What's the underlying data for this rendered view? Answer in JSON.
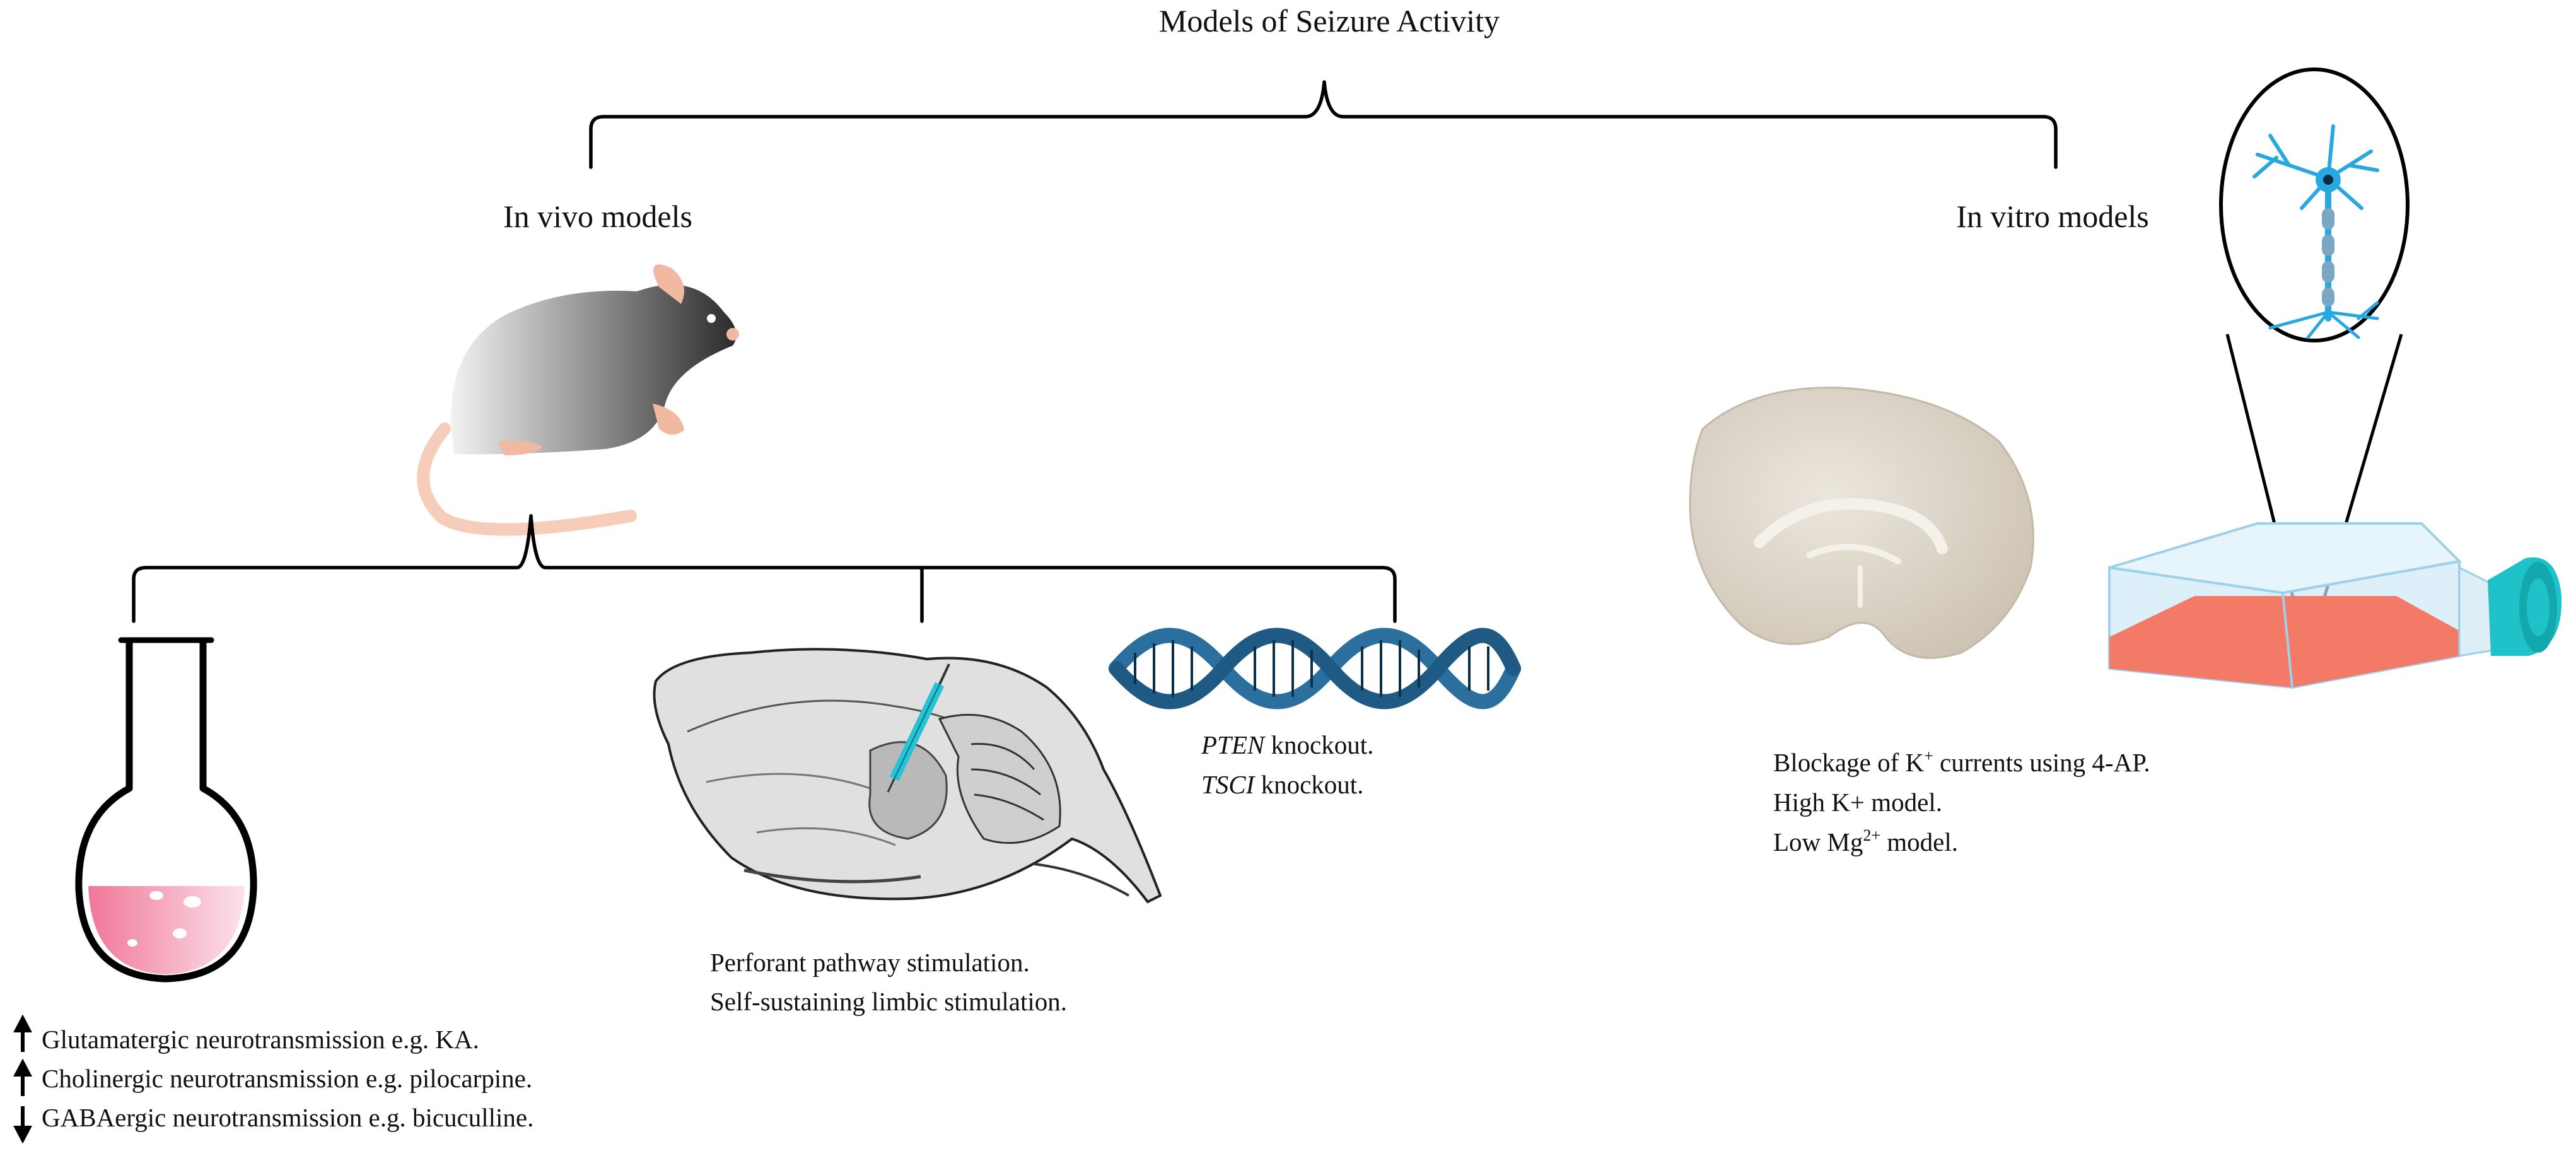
{
  "title": "Models of Seizure Activity",
  "in_vivo": {
    "label": "In vivo models",
    "chemical": {
      "lines": [
        {
          "arrow": "up",
          "text": "Glutamatergic neurotransmission e.g. KA."
        },
        {
          "arrow": "up",
          "text": "Cholinergic neurotransmission e.g. pilocarpine."
        },
        {
          "arrow": "down",
          "text": "GABAergic neurotransmission e.g. bicuculline."
        }
      ]
    },
    "electrical": {
      "line1": "Perforant pathway stimulation.",
      "line2": "Self-sustaining limbic stimulation."
    },
    "genetic": {
      "line1_gene": "PTEN",
      "line1_rest": " knockout.",
      "line2_gene": "TSCI",
      "line2_rest": " knockout."
    }
  },
  "in_vitro": {
    "label": "In vitro models",
    "line1_pre": "Blockage of K",
    "line1_sup": "+",
    "line1_post": " currents using 4-AP.",
    "line2": "High K+ model.",
    "line3_pre": "Low Mg",
    "line3_sup": "2+",
    "line3_post": " model."
  },
  "colors": {
    "flask_liquid": "#f58aa6",
    "dna": "#2a6f9e",
    "neuron": "#29a8e0",
    "electrode": "#27c4d8",
    "culture_medium": "#f47a68",
    "flask_cap": "#1fc2c9",
    "brain_slice": "#d8d0c2",
    "mouse_body": "#555555",
    "mouse_tail": "#f6cdbb"
  }
}
